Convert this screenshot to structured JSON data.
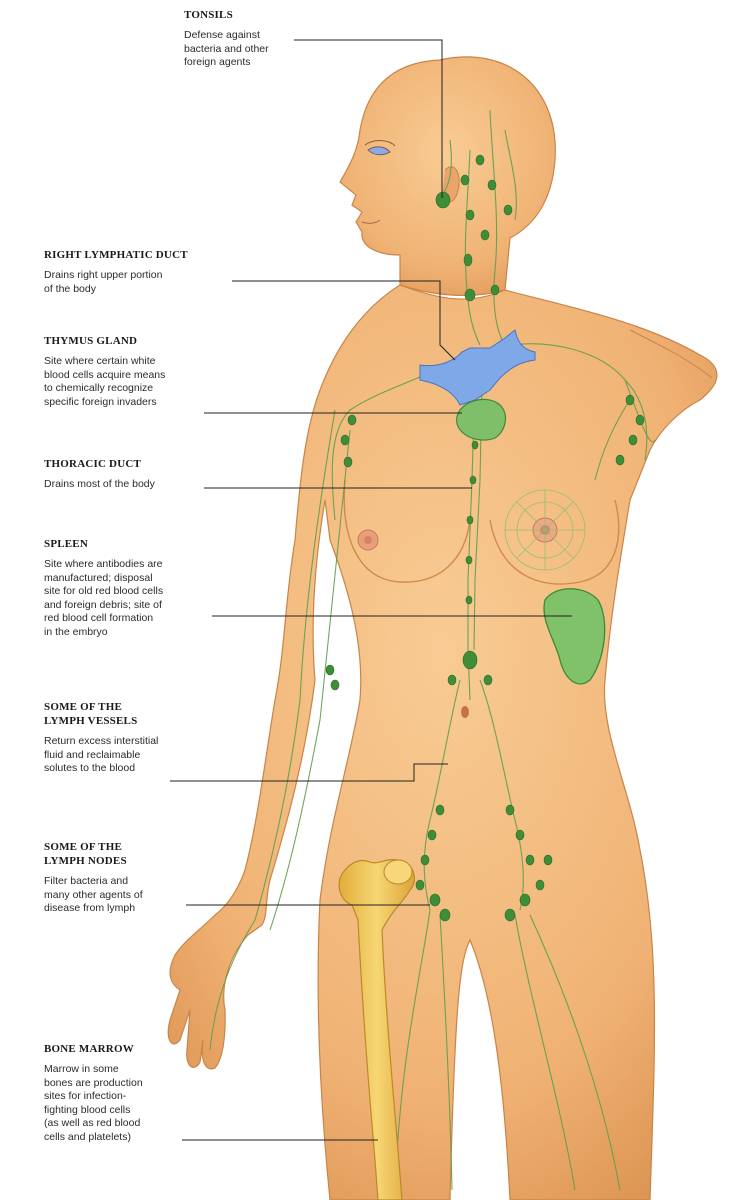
{
  "labels": {
    "tonsils": {
      "title": "TONSILS",
      "desc": "Defense against\nbacteria and other\nforeign agents"
    },
    "right_lymphatic_duct": {
      "title": "RIGHT LYMPHATIC DUCT",
      "desc": "Drains right upper portion\nof the body"
    },
    "thymus_gland": {
      "title": "THYMUS GLAND",
      "desc": "Site where certain white\nblood cells acquire means\nto chemically recognize\nspecific foreign invaders"
    },
    "thoracic_duct": {
      "title": "THORACIC DUCT",
      "desc": "Drains most of the body"
    },
    "spleen": {
      "title": "SPLEEN",
      "desc": "Site where antibodies are\nmanufactured; disposal\nsite for old red blood cells\nand foreign debris; site of\nred blood cell formation\nin the embryo"
    },
    "lymph_vessels": {
      "title": "SOME OF THE\nLYMPH VESSELS",
      "desc": "Return excess interstitial\nfluid and reclaimable\nsolutes to the blood"
    },
    "lymph_nodes": {
      "title": "SOME OF THE\nLYMPH NODES",
      "desc": "Filter bacteria and\nmany other agents of\ndisease from lymph"
    },
    "bone_marrow": {
      "title": "BONE MARROW",
      "desc": "Marrow in some\nbones are production\nsites for infection-\nfighting blood cells\n(as well as red blood\ncells and platelets)"
    }
  },
  "colors": {
    "skin": "#f2b97a",
    "skin_shadow": "#d98f52",
    "lymph": "#3d8a34",
    "lymph_light": "#7fb86a",
    "vein": "#7aa6e6",
    "bone": "#f3c95a",
    "leader": "#222222"
  }
}
